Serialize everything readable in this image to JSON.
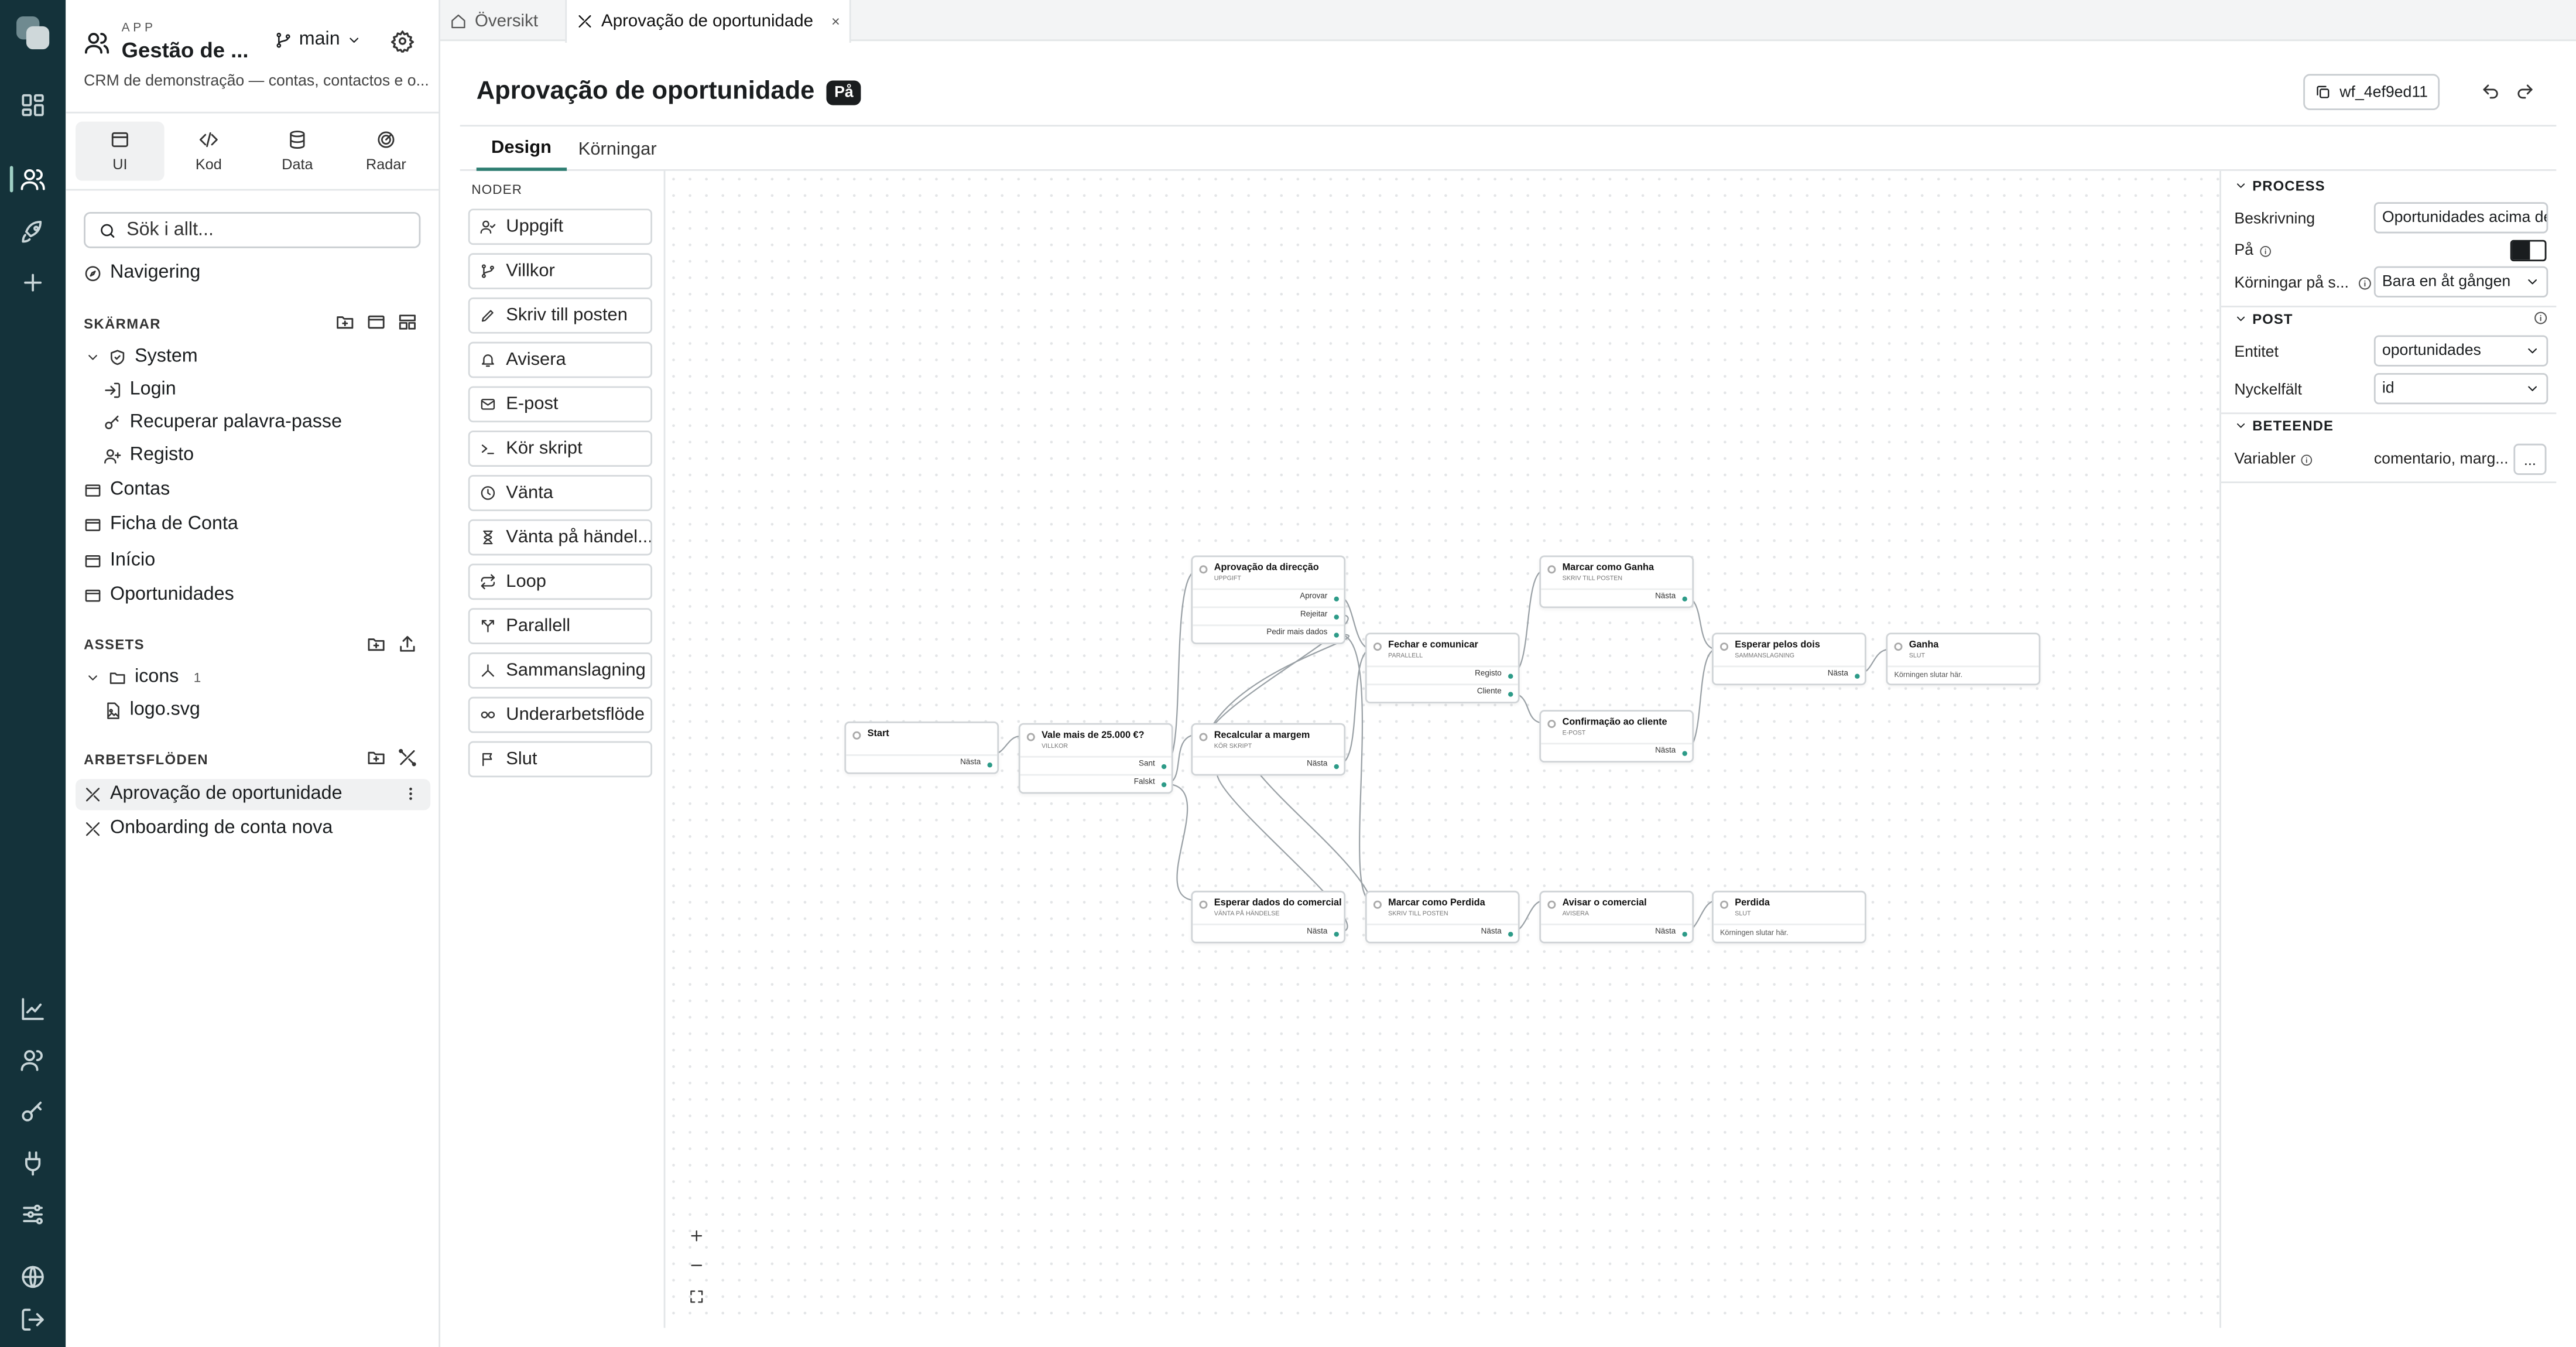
{
  "rail": {
    "icons": [
      "apps-grid-icon",
      "users-icon",
      "rocket-icon",
      "plus-icon",
      "chart-line-icon",
      "team-icon",
      "key-icon",
      "plug-icon",
      "sliders-icon",
      "globe-icon",
      "logout-icon"
    ],
    "accent": "#14323a"
  },
  "app": {
    "label": "APP",
    "name": "Gestão de ...",
    "branch": "main",
    "description": "CRM de demonstração — contas, contactos e o..."
  },
  "modes": [
    {
      "label": "UI"
    },
    {
      "label": "Kod"
    },
    {
      "label": "Data"
    },
    {
      "label": "Radar"
    }
  ],
  "search": {
    "placeholder": "Sök i allt..."
  },
  "nav_label": "Navigering",
  "screens": {
    "header": "SKÄRMAR",
    "system": "System",
    "system_items": [
      "Login",
      "Recuperar palavra-passe",
      "Registo"
    ],
    "items": [
      "Contas",
      "Ficha de Conta",
      "Início",
      "Oportunidades"
    ]
  },
  "assets": {
    "header": "ASSETS",
    "folder": "icons",
    "folder_count": "1",
    "file": "logo.svg"
  },
  "workflows": {
    "header": "ARBETSFLÖDEN",
    "items": [
      "Aprovação de oportunidade",
      "Onboarding de conta nova"
    ]
  },
  "tabs": [
    {
      "label": "Översikt"
    },
    {
      "label": "Aprovação de oportunidade",
      "close": "×"
    }
  ],
  "page": {
    "title": "Aprovação de oportunidade",
    "status": "På",
    "workflow_id": "wf_4ef9ed11"
  },
  "main_tabs": [
    "Design",
    "Körningar"
  ],
  "palette": {
    "header": "NODER",
    "items": [
      {
        "label": "Uppgift",
        "icon": "user-check-icon"
      },
      {
        "label": "Villkor",
        "icon": "branch-icon"
      },
      {
        "label": "Skriv till posten",
        "icon": "pencil-icon"
      },
      {
        "label": "Avisera",
        "icon": "bell-icon"
      },
      {
        "label": "E-post",
        "icon": "mail-icon"
      },
      {
        "label": "Kör skript",
        "icon": "terminal-icon"
      },
      {
        "label": "Vänta",
        "icon": "clock-icon"
      },
      {
        "label": "Vänta på händel...",
        "icon": "hourglass-icon"
      },
      {
        "label": "Loop",
        "icon": "loop-icon"
      },
      {
        "label": "Parallell",
        "icon": "split-icon"
      },
      {
        "label": "Sammanslagning",
        "icon": "merge-icon"
      },
      {
        "label": "Underarbetsflöde",
        "icon": "subflow-icon"
      },
      {
        "label": "Slut",
        "icon": "flag-icon"
      }
    ]
  },
  "flow": {
    "nodes": [
      {
        "id": "start",
        "title": "Start",
        "type": "",
        "outputs": [
          "Nästa"
        ]
      },
      {
        "id": "cond",
        "title": "Vale mais de 25.000 €?",
        "type": "VILLKOR",
        "outputs": [
          "Sant",
          "Falskt"
        ]
      },
      {
        "id": "appr",
        "title": "Aprovação da direcção",
        "type": "UPPGIFT",
        "outputs": [
          "Aprovar",
          "Rejeitar",
          "Pedir mais dados"
        ]
      },
      {
        "id": "recalc",
        "title": "Recalcular a margem",
        "type": "KÖR SKRIPT",
        "outputs": [
          "Nästa"
        ]
      },
      {
        "id": "wait",
        "title": "Esperar dados do comercial",
        "type": "VÄNTA PÅ HÄNDELSE",
        "outputs": [
          "Nästa"
        ]
      },
      {
        "id": "par",
        "title": "Fechar e comunicar",
        "type": "PARALLELL",
        "outputs": [
          "Registo",
          "Cliente"
        ]
      },
      {
        "id": "lost",
        "title": "Marcar como Perdida",
        "type": "SKRIV TILL POSTEN",
        "outputs": [
          "Nästa"
        ]
      },
      {
        "id": "won",
        "title": "Marcar como Ganha",
        "type": "SKRIV TILL POSTEN",
        "outputs": [
          "Nästa"
        ]
      },
      {
        "id": "mail",
        "title": "Confirmação ao cliente",
        "type": "E-POST",
        "outputs": [
          "Nästa"
        ]
      },
      {
        "id": "notify",
        "title": "Avisar o comercial",
        "type": "AVISERA",
        "outputs": [
          "Nästa"
        ]
      },
      {
        "id": "merge",
        "title": "Esperar pelos dois",
        "type": "SAMMANSLAGNING",
        "outputs": [
          "Nästa"
        ]
      },
      {
        "id": "endwon",
        "title": "Ganha",
        "type": "SLUT",
        "end_text": "Körningen slutar här."
      },
      {
        "id": "endlost",
        "title": "Perdida",
        "type": "SLUT",
        "end_text": "Körningen slutar här."
      }
    ]
  },
  "props": {
    "process": {
      "header": "PROCESS",
      "desc_label": "Beskrivning",
      "desc_value": "Oportunidades acima de",
      "on_label": "På",
      "runs_label": "Körningar på s...",
      "runs_value": "Bara en åt gången"
    },
    "post": {
      "header": "POST",
      "entity_label": "Entitet",
      "entity_value": "oportunidades",
      "key_label": "Nyckelfält",
      "key_value": "id"
    },
    "behavior": {
      "header": "BETEENDE",
      "vars_label": "Variabler",
      "vars_value": "comentario, marg...",
      "more": "..."
    }
  }
}
